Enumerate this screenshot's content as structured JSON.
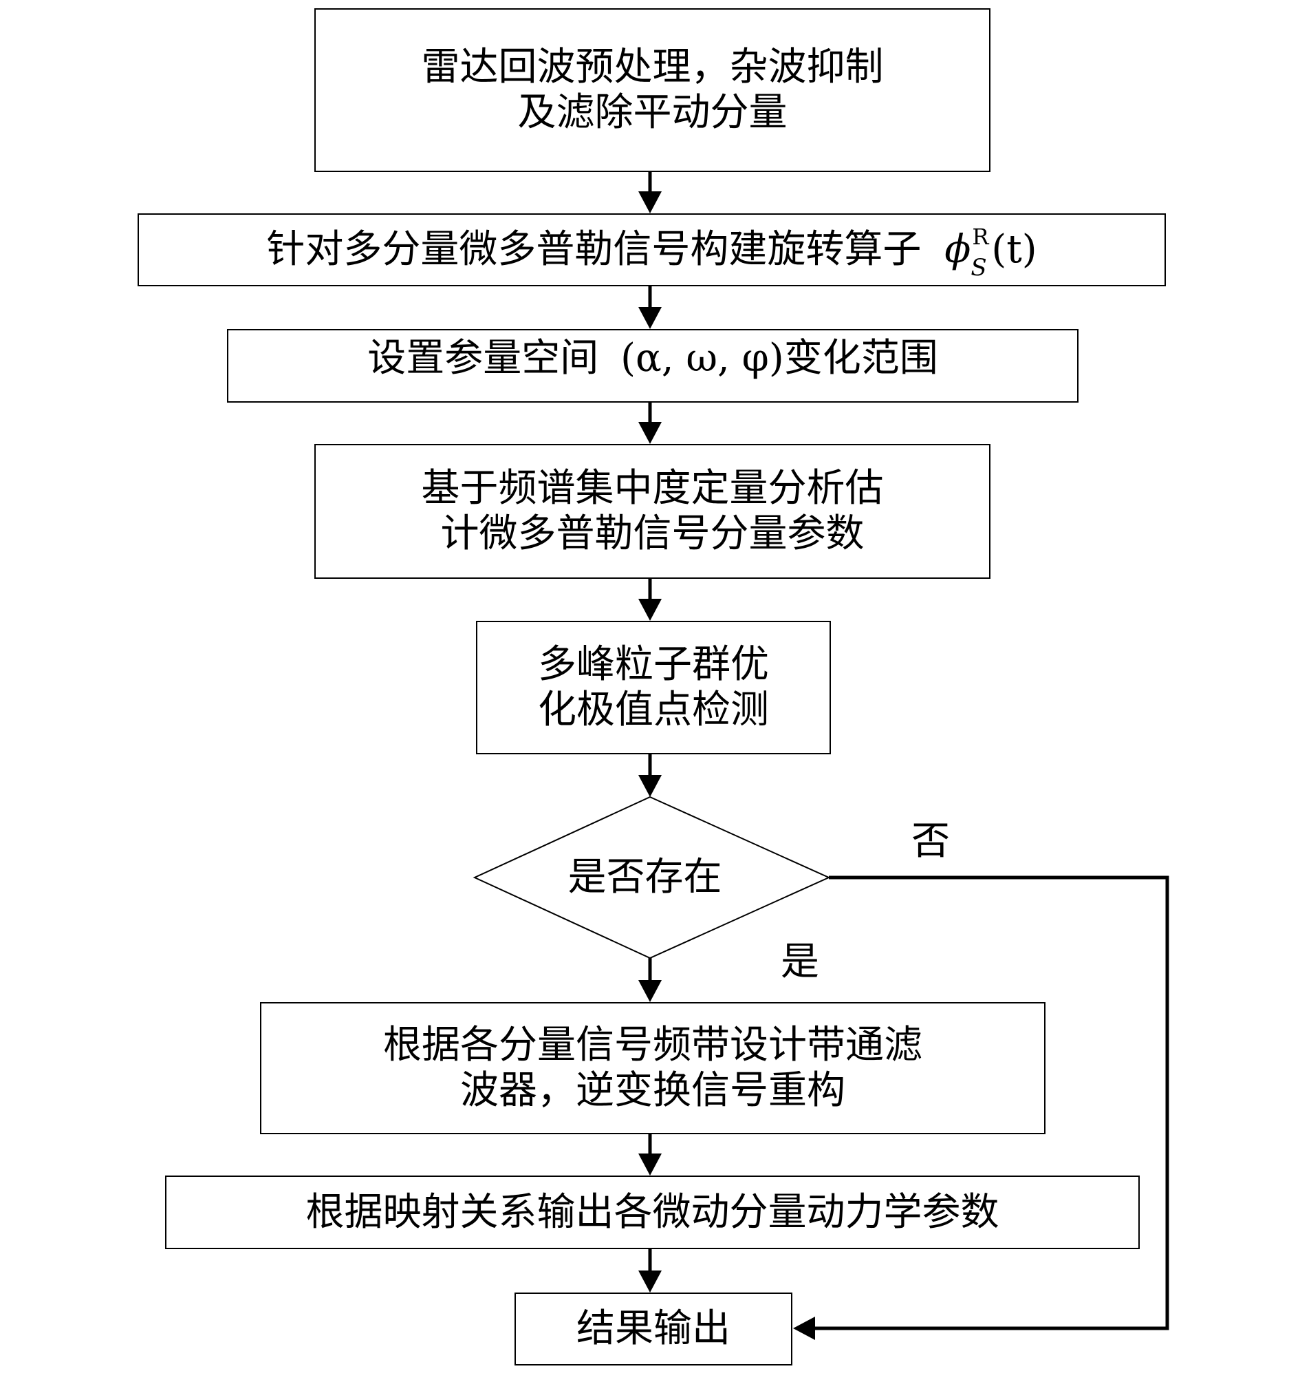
{
  "steps": {
    "preprocess": {
      "line1": "雷达回波预处理，杂波抑制",
      "line2": "及滤除平动分量"
    },
    "rotation_operator": {
      "text": "针对多分量微多普勒信号构建旋转算子",
      "symbol": "ϕ",
      "superscript": "R",
      "subscript": "S",
      "arg": "(t)"
    },
    "param_space": {
      "prefix": "设置参量空间",
      "tuple": "(α, ω, φ)",
      "suffix": "变化范围"
    },
    "estimate": {
      "line1": "基于频谱集中度定量分析估",
      "line2": "计微多普勒信号分量参数"
    },
    "pso": {
      "line1": "多峰粒子群优",
      "line2": "化极值点检测"
    },
    "decision": {
      "text": "是否存在",
      "yes_label": "是",
      "no_label": "否"
    },
    "filter": {
      "line1": "根据各分量信号频带设计带通滤",
      "line2": "波器，逆变换信号重构"
    },
    "mapping": {
      "text": "根据映射关系输出各微动分量动力学参数"
    },
    "result": {
      "text": "结果输出"
    }
  },
  "style": {
    "stroke": "#000000",
    "background": "#ffffff"
  }
}
